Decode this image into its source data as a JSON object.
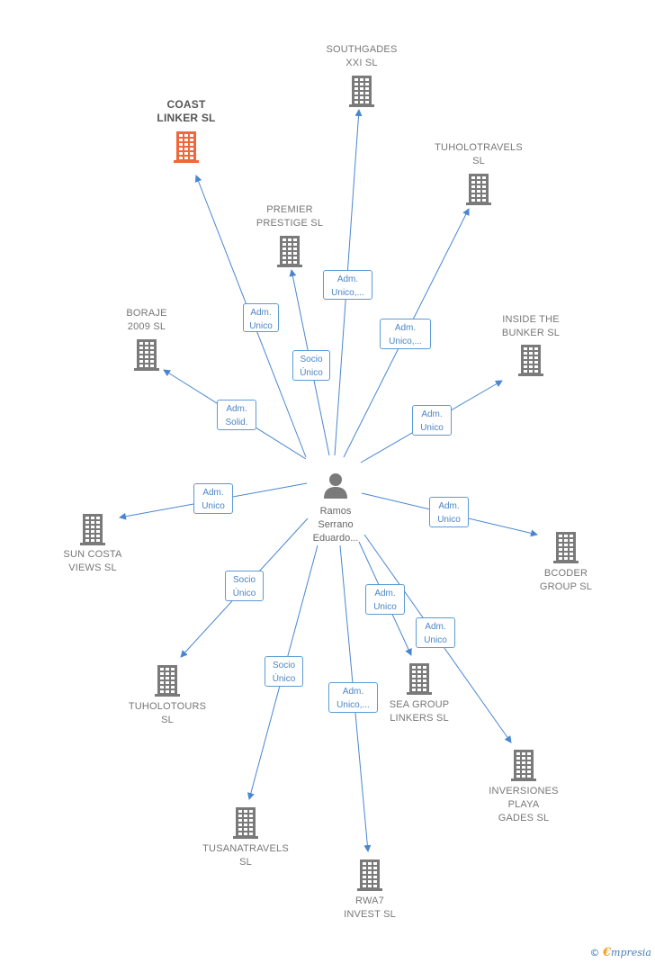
{
  "colors": {
    "building": "#7a7a7a",
    "building_highlight": "#f0683a",
    "edge": "#4a86d0",
    "edge_label_border": "#5b9bd5",
    "edge_label_text": "#4a86c5",
    "person": "#7a7a7a"
  },
  "center": {
    "name": "Ramos\nSerrano\nEduardo...",
    "icon": "person-icon"
  },
  "companies": [
    {
      "id": "coast-linker",
      "name": "COAST\nLINKER  SL",
      "highlight": true
    },
    {
      "id": "southgades",
      "name": "SOUTHGADES\nXXI  SL",
      "highlight": false
    },
    {
      "id": "tuholotravels",
      "name": "TUHOLOTRAVELS\nSL",
      "highlight": false
    },
    {
      "id": "premier-prestige",
      "name": "PREMIER\nPRESTIGE  SL",
      "highlight": false
    },
    {
      "id": "boraje",
      "name": "BORAJE\n2009 SL",
      "highlight": false
    },
    {
      "id": "inside-the-bunker",
      "name": "INSIDE THE\nBUNKER  SL",
      "highlight": false
    },
    {
      "id": "sun-costa-views",
      "name": "SUN COSTA\nVIEWS  SL",
      "highlight": false
    },
    {
      "id": "bcoder-group",
      "name": "BCODER\nGROUP  SL",
      "highlight": false
    },
    {
      "id": "tuholotours",
      "name": "TUHOLOTOURS\nSL",
      "highlight": false
    },
    {
      "id": "sea-group-linkers",
      "name": "SEA GROUP\nLINKERS  SL",
      "highlight": false
    },
    {
      "id": "inversiones-playa-gades",
      "name": "INVERSIONES\nPLAYA\nGADES  SL",
      "highlight": false
    },
    {
      "id": "tusanatravels",
      "name": "TUSANATRAVELS\nSL",
      "highlight": false
    },
    {
      "id": "rwa7-invest",
      "name": "RWA7\nINVEST  SL",
      "highlight": false
    }
  ],
  "relations": [
    {
      "to": "coast-linker",
      "label": "Adm.\nUnico"
    },
    {
      "to": "southgades",
      "label": "Adm.\nUnico,..."
    },
    {
      "to": "tuholotravels",
      "label": "Adm.\nUnico,..."
    },
    {
      "to": "premier-prestige",
      "label": "Socio\nÚnico"
    },
    {
      "to": "boraje",
      "label": "Adm.\nSolid."
    },
    {
      "to": "inside-the-bunker",
      "label": "Adm.\nUnico"
    },
    {
      "to": "sun-costa-views",
      "label": "Adm.\nUnico"
    },
    {
      "to": "bcoder-group",
      "label": "Adm.\nUnico"
    },
    {
      "to": "tuholotours",
      "label": "Socio\nÚnico"
    },
    {
      "to": "sea-group-linkers",
      "label": "Adm.\nUnico"
    },
    {
      "to": "inversiones-playa-gades",
      "label": "Adm.\nUnico"
    },
    {
      "to": "tusanatravels",
      "label": "Socio\nÚnico"
    },
    {
      "to": "rwa7-invest",
      "label": "Adm.\nUnico,..."
    }
  ],
  "footer": {
    "copyright_symbol": "©",
    "brand_initial": "€",
    "brand_rest": "mpresia"
  }
}
